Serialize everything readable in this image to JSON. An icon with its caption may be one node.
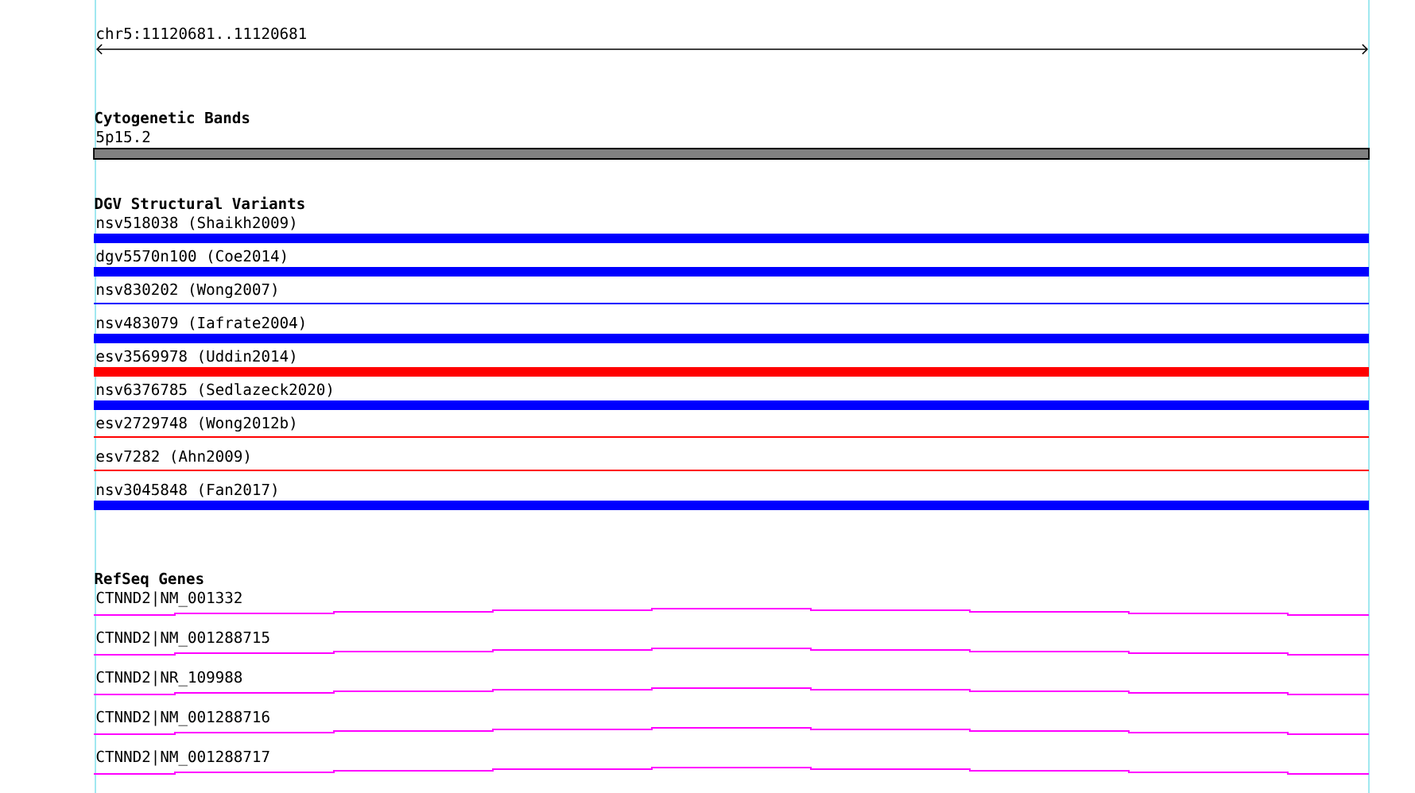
{
  "diagram": {
    "title": "chr5:11120681..11120681",
    "nodes": [
      {
        "text": [
          "5p15.2"
        ]
      },
      {
        "text": [
          "nsv518038 (Shaikh2009)"
        ]
      },
      {
        "text": [
          "dgv5570n100 (Coe2014)"
        ]
      },
      {
        "text": [
          "nsv830202 (Wong2007)"
        ]
      },
      {
        "text": [
          "nsv483079 (Iafrate2004)"
        ]
      },
      {
        "text": [
          "esv3569978 (Uddin2014)"
        ]
      },
      {
        "text": [
          "nsv6376785 (Sedlazeck2020)"
        ]
      },
      {
        "text": [
          "esv2729748 (Wong2012b)"
        ]
      },
      {
        "text": [
          "esv7282 (Ahn2009)"
        ]
      },
      {
        "text": [
          "nsv3045848 (Fan2017)"
        ]
      },
      {
        "text": [
          "CTNND2|NM_001332"
        ]
      },
      {
        "text": [
          "CTNND2|NM_001288715"
        ]
      },
      {
        "text": [
          "CTNND2|NR_109988"
        ]
      },
      {
        "text": [
          "CTNND2|NM_001288716"
        ]
      },
      {
        "text": [
          "CTNND2|NM_001288717"
        ]
      }
    ],
    "labels": [
      "Cytogenetic Bands",
      "DGV Structural Variants",
      "RefSeq Genes"
    ]
  }
}
